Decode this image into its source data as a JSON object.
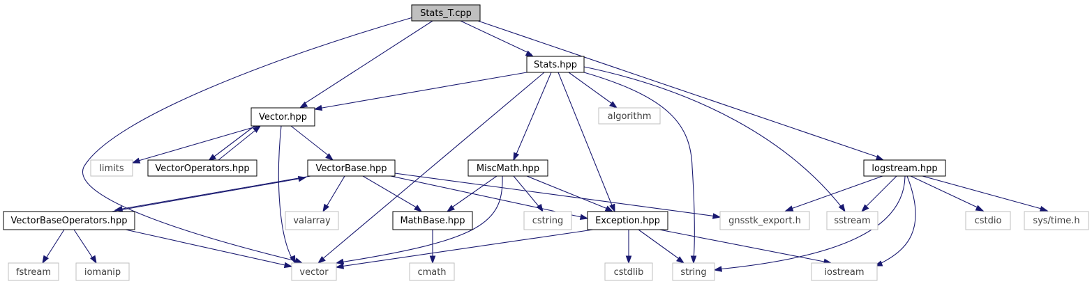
{
  "nodes": {
    "stats_t_cpp": "Stats_T.cpp",
    "stats_hpp": "Stats.hpp",
    "vector_hpp": "Vector.hpp",
    "algorithm": "algorithm",
    "limits": "limits",
    "vector_operators_hpp": "VectorOperators.hpp",
    "vector_base_hpp": "VectorBase.hpp",
    "misc_math_hpp": "MiscMath.hpp",
    "logstream_hpp": "logstream.hpp",
    "vector_base_operators_hpp": "VectorBaseOperators.hpp",
    "valarray": "valarray",
    "math_base_hpp": "MathBase.hpp",
    "cstring": "cstring",
    "exception_hpp": "Exception.hpp",
    "gnsstk_export_h": "gnsstk_export.h",
    "sstream": "sstream",
    "cstdio": "cstdio",
    "sys_time_h": "sys/time.h",
    "fstream": "fstream",
    "iomanip": "iomanip",
    "vector": "vector",
    "cmath": "cmath",
    "cstdlib": "cstdlib",
    "string": "string",
    "iostream": "iostream"
  },
  "colors": {
    "edge": "#191970",
    "root_fill": "#bfbfbf",
    "documented_border": "#000000",
    "external_border": "#bfbfbf",
    "external_text": "#404040"
  }
}
